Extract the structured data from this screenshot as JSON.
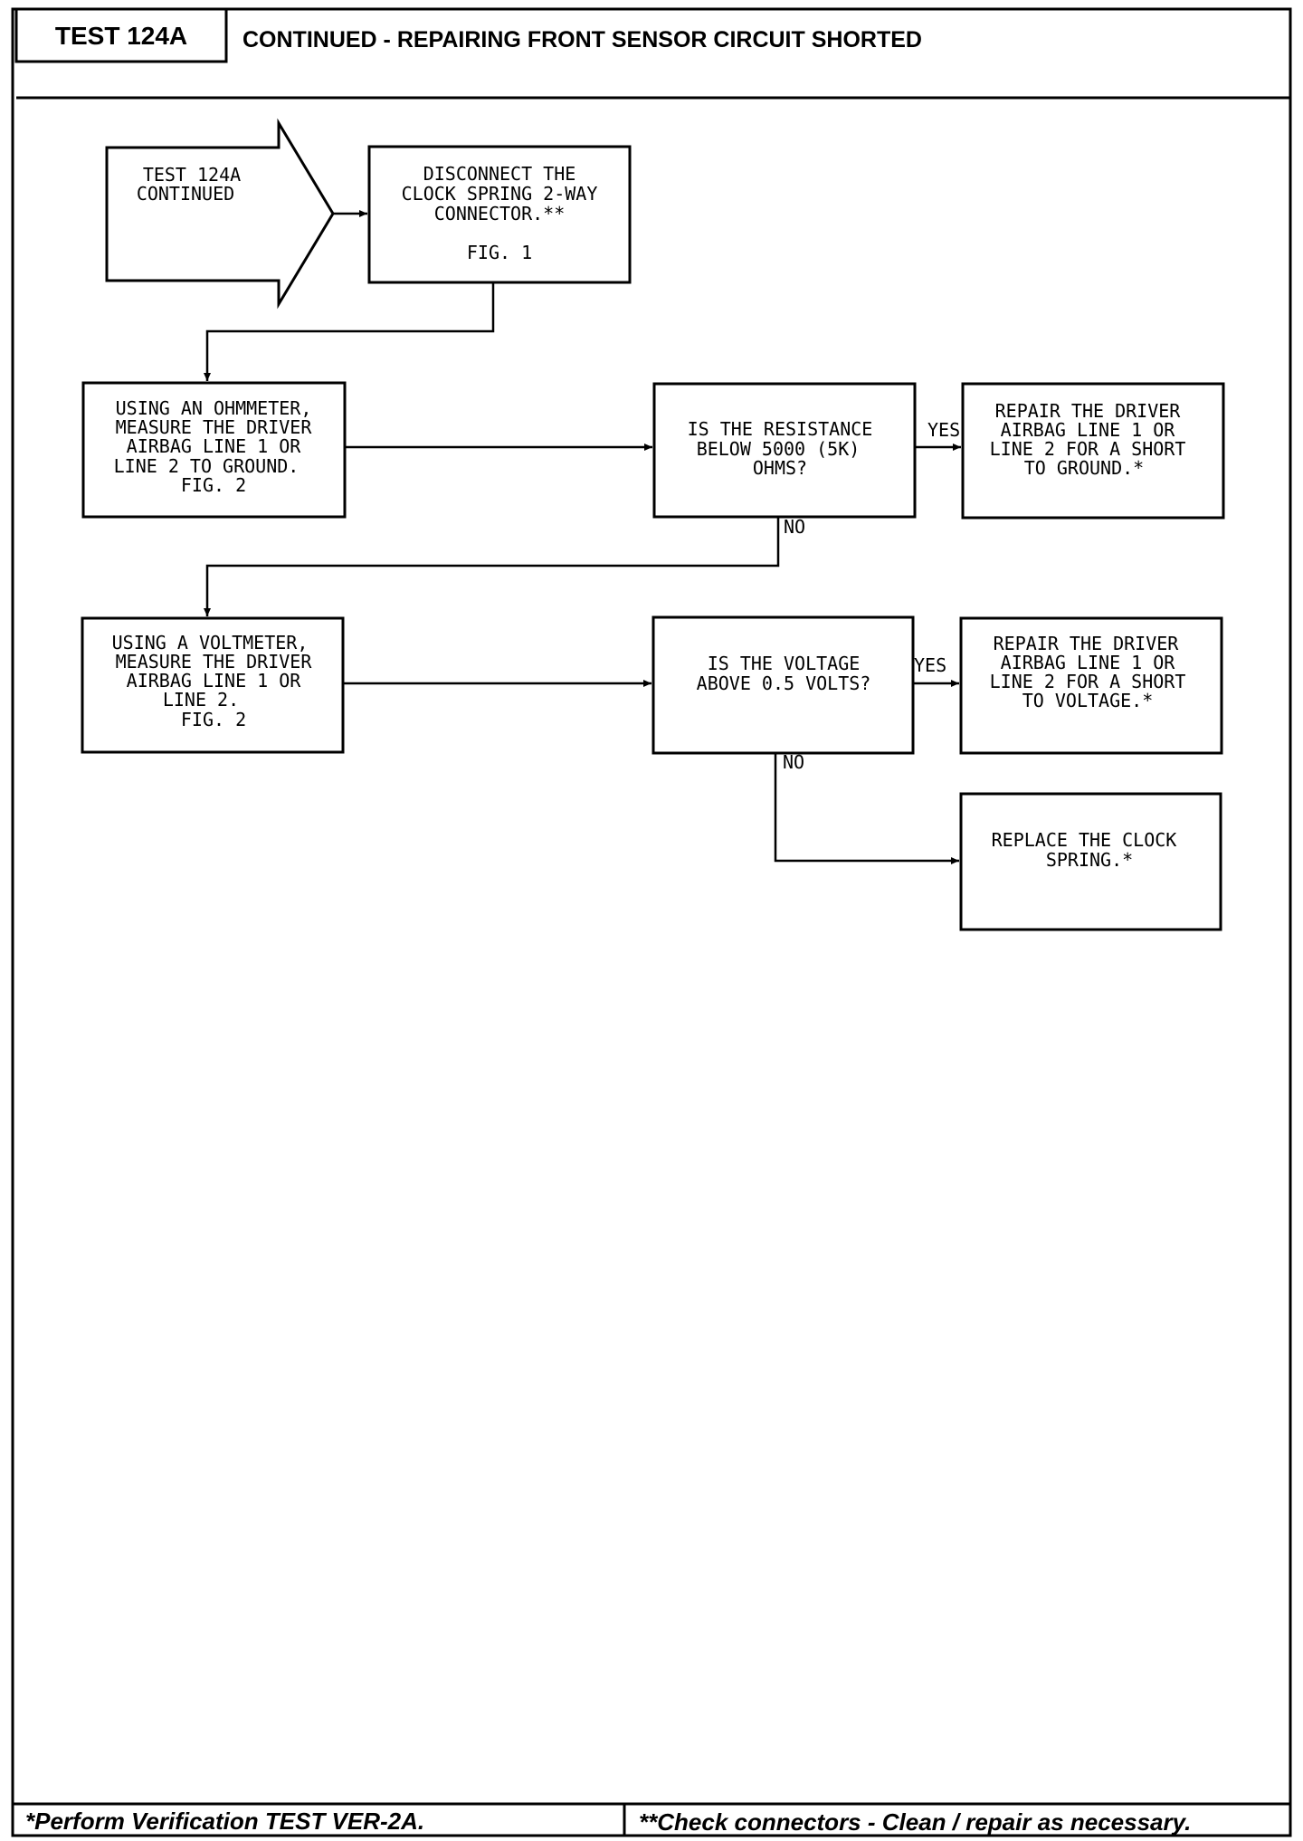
{
  "header": {
    "test_id": "TEST 124A",
    "title": "CONTINUED - REPAIRING FRONT SENSOR CIRCUIT SHORTED"
  },
  "flowchart": {
    "entry": [
      "TEST 124A",
      "CONTINUED"
    ],
    "disconnect": [
      "DISCONNECT THE",
      "CLOCK SPRING 2-WAY",
      "CONNECTOR.**",
      "",
      "FIG. 1"
    ],
    "ohmmeter": [
      "USING AN OHMMETER,",
      "MEASURE THE DRIVER",
      "AIRBAG LINE 1 OR",
      "LINE 2 TO GROUND.",
      "FIG. 2"
    ],
    "resistance_question": [
      "IS THE RESISTANCE",
      "BELOW 5000 (5K)",
      "OHMS?"
    ],
    "repair_ground": [
      "REPAIR THE DRIVER",
      "AIRBAG LINE 1 OR",
      "LINE 2 FOR A SHORT",
      "TO GROUND.*"
    ],
    "voltmeter": [
      "USING A VOLTMETER,",
      "MEASURE THE DRIVER",
      "AIRBAG LINE 1 OR",
      "LINE 2.",
      "FIG. 2"
    ],
    "voltage_question": [
      "IS THE VOLTAGE",
      "ABOVE 0.5 VOLTS?"
    ],
    "repair_voltage": [
      "REPAIR THE DRIVER",
      "AIRBAG LINE 1 OR",
      "LINE 2 FOR A SHORT",
      "TO VOLTAGE.*"
    ],
    "replace_clock": [
      "REPLACE THE CLOCK",
      "SPRING.*"
    ],
    "yes_label": "YES",
    "no_label": "NO"
  },
  "footer": {
    "left_note": "*Perform Verification TEST VER-2A.",
    "right_note": "**Check connectors - Clean / repair as necessary."
  }
}
